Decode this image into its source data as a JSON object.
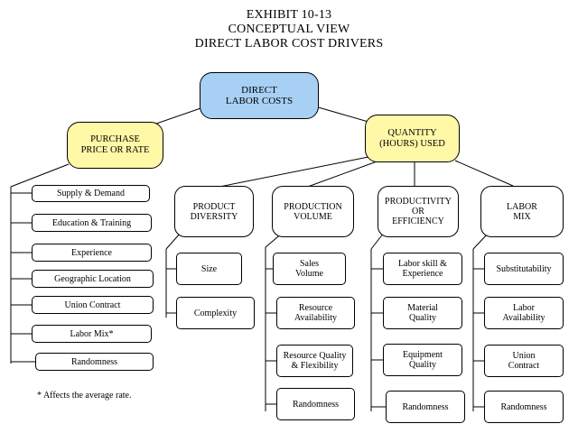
{
  "title": {
    "line1": "EXHIBIT 10-13",
    "line2": "CONCEPTUAL VIEW",
    "line3": "DIRECT LABOR COST DRIVERS"
  },
  "root": {
    "label": "DIRECT\nLABOR COSTS",
    "color": "#a8d0f5"
  },
  "purchase": {
    "label": "PURCHASE\nPRICE OR RATE",
    "color": "#fff8a6",
    "items": [
      "Supply & Demand",
      "Education & Training",
      "Experience",
      "Geographic Location",
      "Union Contract",
      "Labor Mix*",
      "Randomness"
    ]
  },
  "quantity": {
    "label": "QUANTITY\n(HOURS) USED",
    "color": "#fff8a6",
    "groups": [
      {
        "header": "PRODUCT\nDIVERSITY",
        "items": [
          "Size",
          "Complexity"
        ]
      },
      {
        "header": "PRODUCTION\nVOLUME",
        "items": [
          "Sales\nVolume",
          "Resource\nAvailability",
          "Resource Quality\n& Flexibility",
          "Randomness"
        ]
      },
      {
        "header": "PRODUCTIVITY\nOR\nEFFICIENCY",
        "items": [
          "Labor skill &\nExperience",
          "Material\nQuality",
          "Equipment\nQuality",
          "Randomness"
        ]
      },
      {
        "header": "LABOR\nMIX",
        "items": [
          "Substitutability",
          "Labor\nAvailability",
          "Union\nContract",
          "Randomness"
        ]
      }
    ]
  },
  "footnote": "* Affects the average rate."
}
